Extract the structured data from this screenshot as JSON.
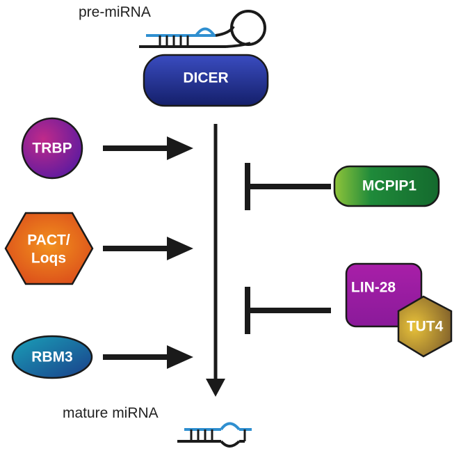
{
  "labels": {
    "precursor": "pre-miRNA",
    "product": "mature miRNA"
  },
  "nodes": {
    "dicer": "DICER",
    "trbp": "TRBP",
    "pact_line1": "PACT/",
    "pact_line2": "Loqs",
    "rbm3": "RBM3",
    "mcpip1": "MCPIP1",
    "lin28": "LIN-28",
    "tut4": "TUT4"
  },
  "colors": {
    "arrow": "#1a1a1a",
    "rna_black": "#1a1a1a",
    "rna_blue": "#2f8fd0",
    "dicer": "#1f2f8c",
    "trbp": "#8a1fa0",
    "pact": "#e06a1a",
    "rbm3": "#1a6fa0",
    "mcpip1": "#1f7a3a",
    "lin28": "#9a1fa0",
    "tut4": "#a87a3a"
  },
  "relations": [
    {
      "from": "TRBP",
      "effect": "activates"
    },
    {
      "from": "PACT/Loqs",
      "effect": "activates"
    },
    {
      "from": "RBM3",
      "effect": "activates"
    },
    {
      "from": "MCPIP1",
      "effect": "inhibits"
    },
    {
      "from": "LIN-28 / TUT4",
      "effect": "inhibits"
    }
  ]
}
